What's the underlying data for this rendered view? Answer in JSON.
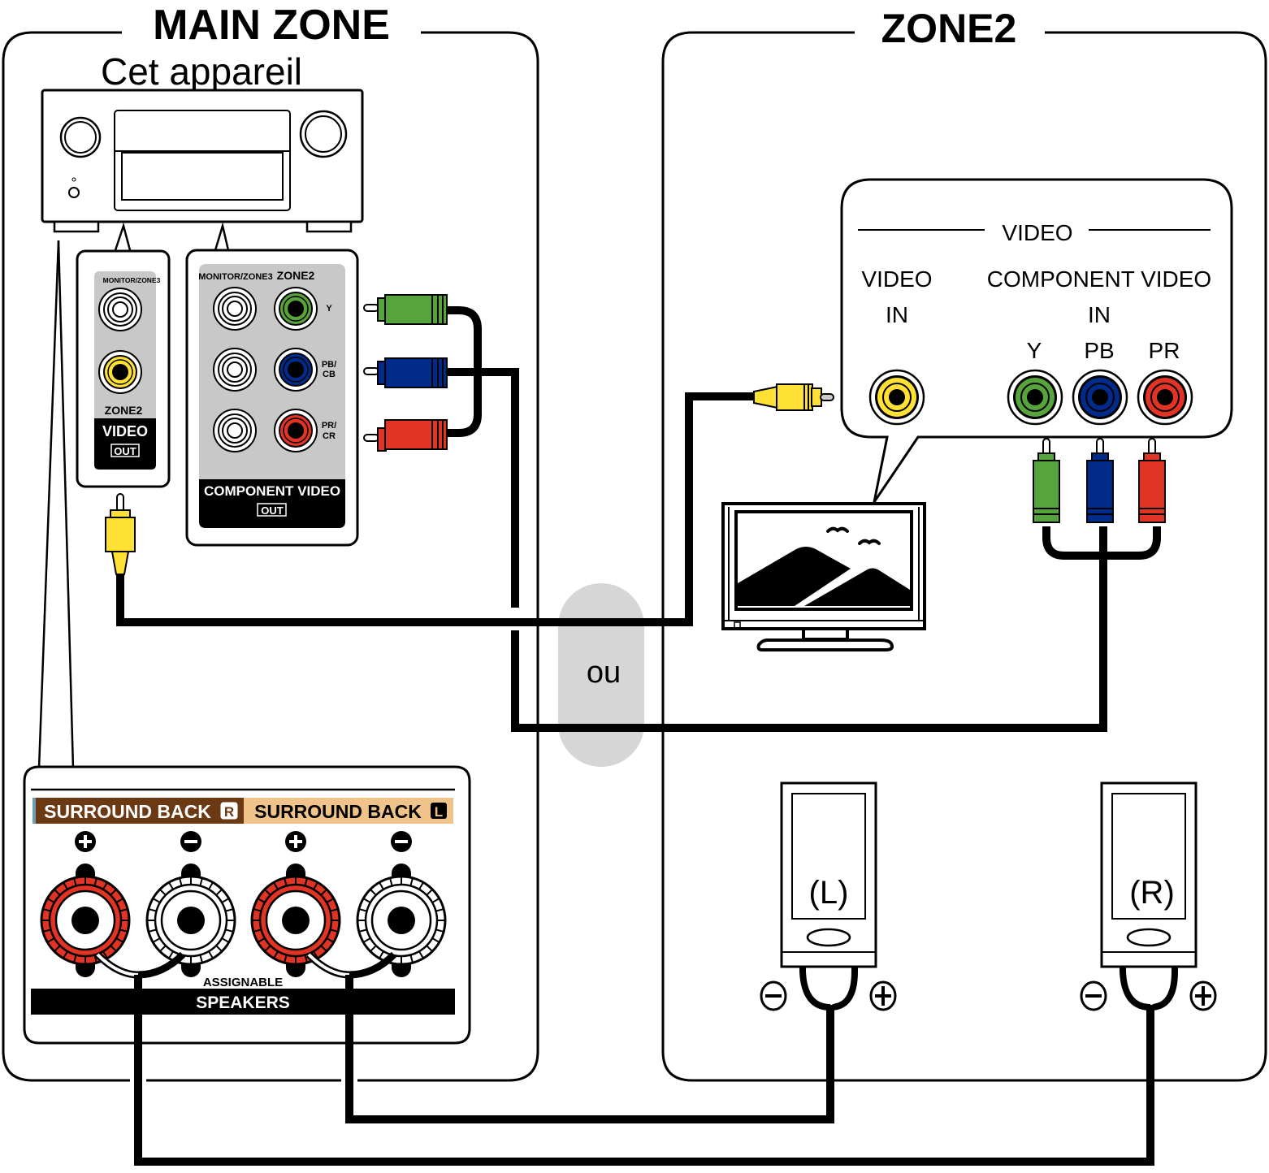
{
  "zones": {
    "main_title": "MAIN ZONE",
    "zone2_title": "ZONE2"
  },
  "receiver": {
    "label": "Cet appareil"
  },
  "video_out_panel": {
    "monitor_label": "MONITOR/ZONE3",
    "zone2_label": "ZONE2",
    "video_label": "VIDEO",
    "out_label": "OUT"
  },
  "component_out_panel": {
    "monitor_label": "MONITOR/ZONE3",
    "zone2_label": "ZONE2",
    "y_label": "Y",
    "pb_label_top": "PB/",
    "pb_label_bottom": "CB",
    "pr_label_top": "PR/",
    "pr_label_bottom": "CR",
    "title": "COMPONENT VIDEO",
    "out_label": "OUT"
  },
  "tv_panel": {
    "group_label": "VIDEO",
    "video_in_line1": "VIDEO",
    "video_in_line2": "IN",
    "component_line1": "COMPONENT VIDEO",
    "component_line2": "IN",
    "y_label": "Y",
    "pb_label": "PB",
    "pr_label": "PR"
  },
  "or_label": "ou",
  "speaker_panel": {
    "surround_back_r": "SURROUND BACK",
    "r_badge": "R",
    "surround_back_l": "SURROUND BACK",
    "l_badge": "L",
    "assignable": "ASSIGNABLE",
    "speakers": "SPEAKERS"
  },
  "speakers": {
    "left_label": "(L)",
    "right_label": "(R)"
  },
  "colors": {
    "yellow": "#FFE135",
    "green": "#58A43C",
    "blue": "#002B8A",
    "red": "#E23424",
    "brown": "#6B3A14",
    "tan": "#EFC38A",
    "gray_panel": "#C8C8C8",
    "or_pill": "#D6D6D6"
  }
}
